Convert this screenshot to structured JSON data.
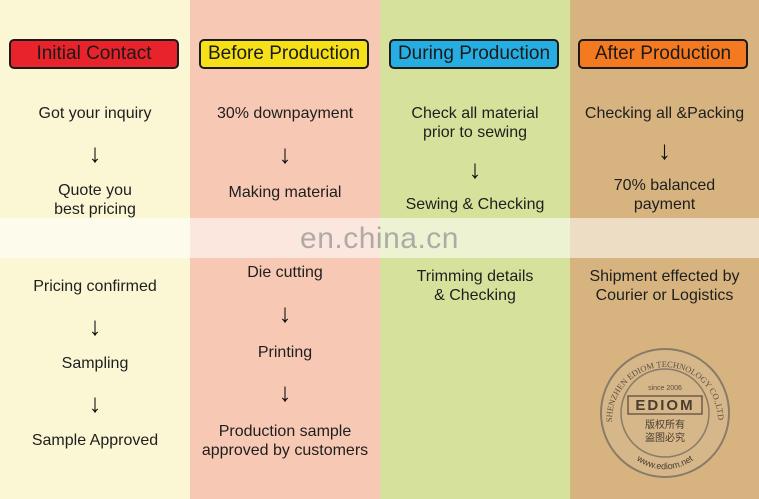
{
  "columns": [
    {
      "title": "Initial Contact",
      "header_color": "#e8232b",
      "steps": [
        "Got your inquiry",
        "Quote you\nbest pricing",
        "Pricing confirmed",
        "Sampling",
        "Sample Approved"
      ]
    },
    {
      "title": "Before Production",
      "header_color": "#f6e017",
      "steps": [
        "30% downpayment",
        "Making material",
        "Die cutting",
        "Printing",
        "Production sample\napproved by customers"
      ]
    },
    {
      "title": "During Production",
      "header_color": "#26aee3",
      "steps": [
        "Check all material\nprior to sewing",
        "Sewing & Checking",
        "Trimming details\n& Checking"
      ]
    },
    {
      "title": "After Production",
      "header_color": "#f47a21",
      "steps": [
        "Checking all &Packing",
        "70% balanced\npayment",
        "Shipment effected by\nCourier or Logistics"
      ]
    }
  ],
  "arrow_glyph": "↓",
  "watermark": "en.china.cn",
  "seal": {
    "top_text": "SHENZHEN EDIOM TECHNOLOGY CO.,LTD.",
    "since": "since 2006",
    "brand": "EDIOM",
    "cn_line1": "版权所有",
    "cn_line2": "盗图必究",
    "url": "www.ediom.net"
  }
}
